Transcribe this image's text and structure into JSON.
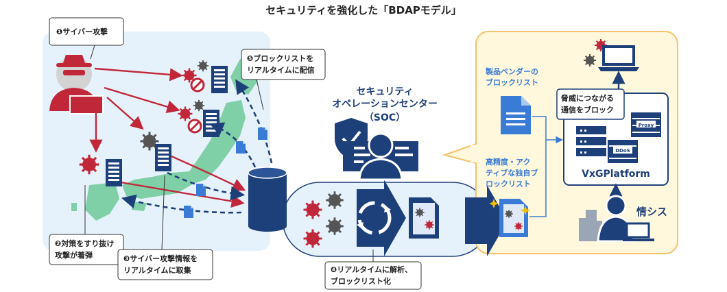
{
  "title": "セキュリティを強化した「BDAPモデル」",
  "callouts": {
    "step1": "❶サイバー攻撃",
    "step2_line1": "❷対策をすり抜け",
    "step2_line2": "攻撃が着弾",
    "step3_line1": "❸サイバー攻撃情報を",
    "step3_line2": "リアルタイムに取集",
    "step4_line1": "❹リアルタイムに解析、",
    "step4_line2": "ブロックリスト化",
    "step5_line1": "❺ブロックリストを",
    "step5_line2": "リアルタイムに配信"
  },
  "soc": {
    "line1": "セキュリティ",
    "line2": "オペレーションセンター",
    "line3": "（SOC）"
  },
  "right_panel": {
    "vendor_line1": "製品ベンダーの",
    "vendor_line2": "ブロックリスト",
    "own_line1": "高精度・アク",
    "own_line2": "ティブな独自ブ",
    "own_line3": "ロックリスト",
    "block_line1": "脅威につながる",
    "block_line2": "通信をブロック",
    "platform": "VxGPlatform",
    "proxy": "Proxy",
    "ddos": "DDoS",
    "team": "情シス"
  },
  "colors": {
    "navy": "#1d3f7a",
    "blue": "#3a7bd5",
    "red": "#c0283a",
    "green": "#7fcfa7",
    "panel": "#fff8dc",
    "panel_border": "#f5c06a"
  }
}
